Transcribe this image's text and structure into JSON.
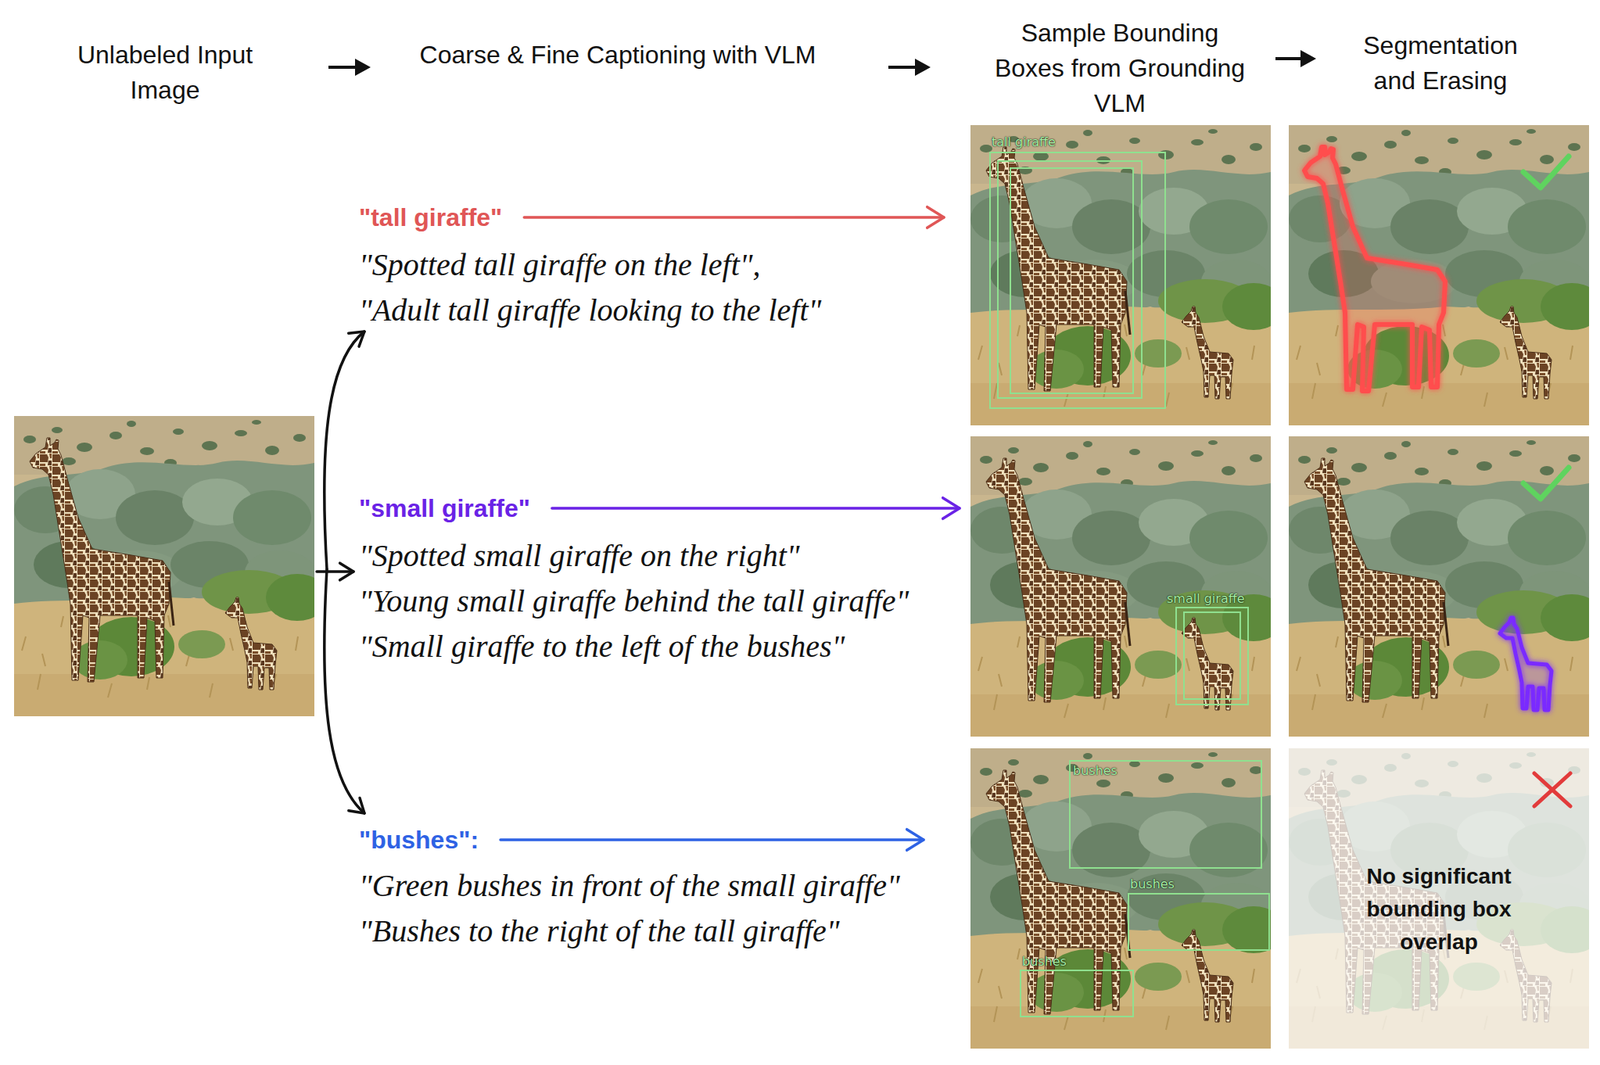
{
  "diagram": {
    "labels": [
      "Unlabeled Input Image",
      "Coarse & Fine Captioning with VLM",
      "Sample Bounding Boxes from Grounding VLM",
      "Segmentation and Erasing",
      "\"tall giraffe\"",
      "\"Spotted tall giraffe on the left\",",
      "\"Adult tall giraffe looking to the left\"",
      "\"small giraffe\"",
      "\"Spotted small giraffe on the right\"",
      "\"Young small giraffe behind the tall giraffe\"",
      "\"Small giraffe to the left of the bushes\"",
      "\"bushes\":",
      "\"Green bushes in front of the small giraffe\"",
      "\"Bushes to the right of the tall giraffe\"",
      "tall giraffe",
      "small giraffe",
      "bushes",
      "bushes",
      "bushes",
      "No significant bounding box overlap"
    ]
  }
}
